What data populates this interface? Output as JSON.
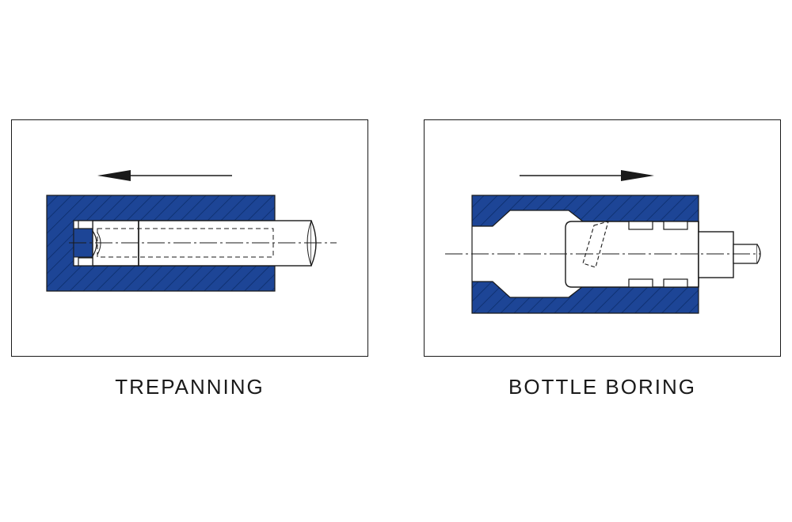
{
  "colors": {
    "workpiece_fill": "#1d4596",
    "hatch_line": "#0c2d6b",
    "outline": "#1a1a1a",
    "background": "#ffffff"
  },
  "diagrams": [
    {
      "id": "trepanning",
      "caption": "TREPANNING",
      "feed_direction": "left"
    },
    {
      "id": "bottle-boring",
      "caption": "BOTTLE BORING",
      "feed_direction": "right"
    }
  ]
}
